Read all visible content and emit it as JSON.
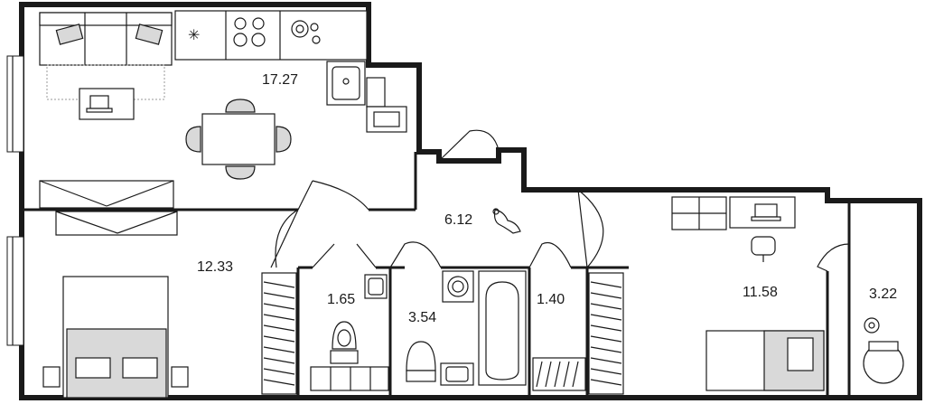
{
  "rooms": [
    {
      "id": "kitchen-living",
      "area": "17.27"
    },
    {
      "id": "bedroom-1",
      "area": "12.33"
    },
    {
      "id": "hallway",
      "area": "6.12"
    },
    {
      "id": "toilet",
      "area": "1.65"
    },
    {
      "id": "bathroom",
      "area": "3.54"
    },
    {
      "id": "closet",
      "area": "1.40"
    },
    {
      "id": "bedroom-2",
      "area": "11.58"
    },
    {
      "id": "balcony",
      "area": "3.22"
    }
  ],
  "colors": {
    "wall": "#1a1a1a",
    "fill": "#ffffff",
    "accent_gray": "#d9d9d9"
  },
  "icons": [
    "sofa-icon",
    "cooktop-icon",
    "sink-icon",
    "laptop-icon",
    "dining-table-icon",
    "bed-icon",
    "toilet-icon",
    "washing-machine-icon",
    "bathtub-icon",
    "desk-chair-icon",
    "dog-icon"
  ]
}
